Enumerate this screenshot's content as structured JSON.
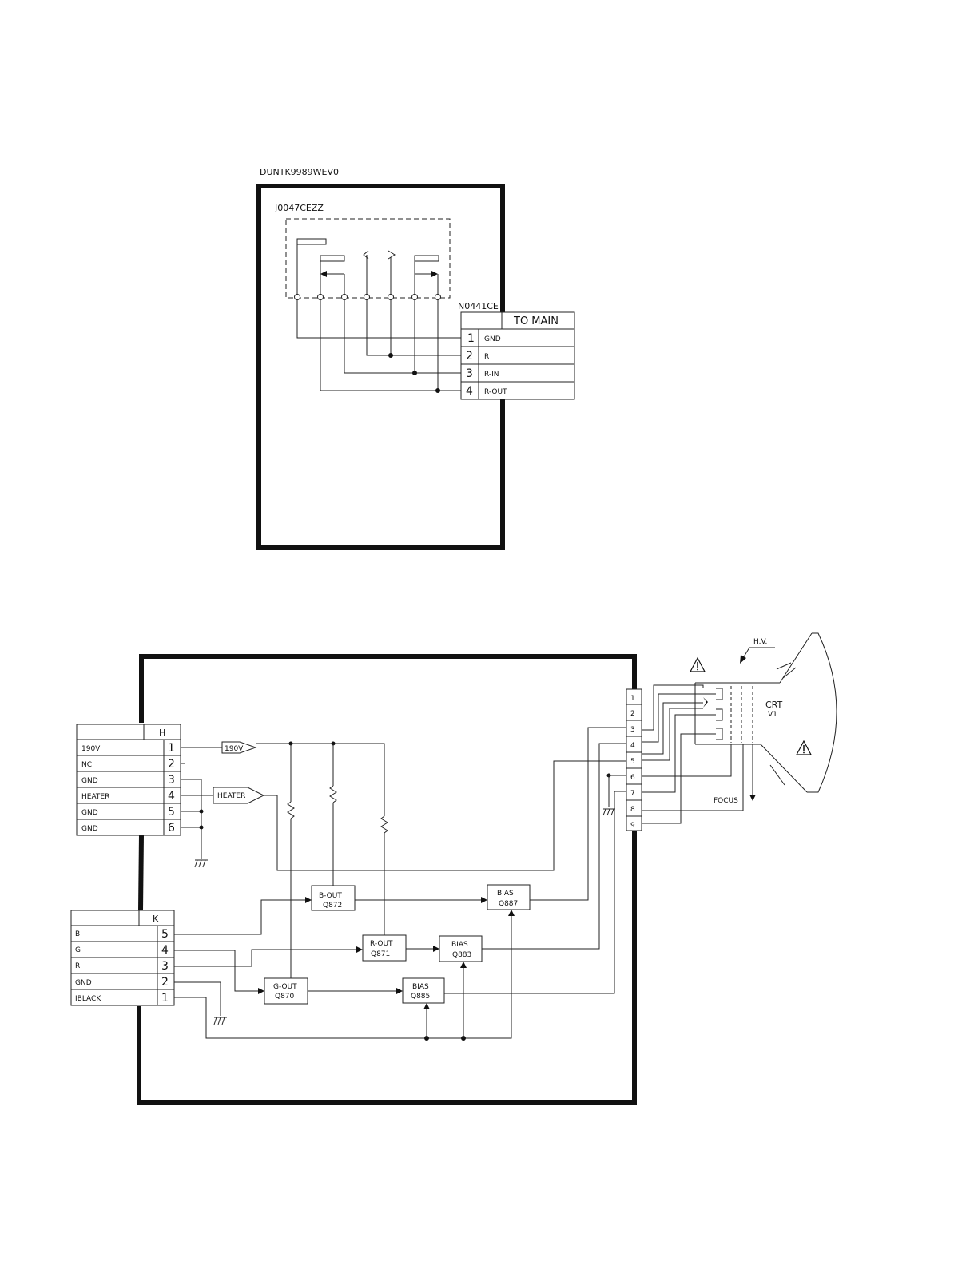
{
  "top_board": {
    "part_number": "DUNTK9989WEV0",
    "jack_part": "J0047CEZZ",
    "connector_ref": "N0441CE",
    "connector_title": "TO MAIN",
    "pins": [
      {
        "num": "1",
        "label": "GND"
      },
      {
        "num": "2",
        "label": "R"
      },
      {
        "num": "3",
        "label": "R-IN"
      },
      {
        "num": "4",
        "label": "R-OUT"
      }
    ]
  },
  "bottom_board": {
    "connector_h": {
      "title": "H",
      "pins": [
        {
          "label": "190V",
          "num": "1"
        },
        {
          "label": "NC",
          "num": "2"
        },
        {
          "label": "GND",
          "num": "3"
        },
        {
          "label": "HEATER",
          "num": "4"
        },
        {
          "label": "GND",
          "num": "5"
        },
        {
          "label": "GND",
          "num": "6"
        }
      ]
    },
    "connector_k": {
      "title": "K",
      "pins": [
        {
          "label": "B",
          "num": "5"
        },
        {
          "label": "G",
          "num": "4"
        },
        {
          "label": "R",
          "num": "3"
        },
        {
          "label": "GND",
          "num": "2"
        },
        {
          "label": "IBLACK",
          "num": "1"
        }
      ]
    },
    "tags": {
      "v190": "190V",
      "heater": "HEATER"
    },
    "blocks": [
      {
        "name": "B-OUT",
        "ref": "Q872"
      },
      {
        "name": "R-OUT",
        "ref": "Q871"
      },
      {
        "name": "G-OUT",
        "ref": "Q870"
      },
      {
        "name": "BIAS",
        "ref": "Q887"
      },
      {
        "name": "BIAS",
        "ref": "Q883"
      },
      {
        "name": "BIAS",
        "ref": "Q885"
      }
    ],
    "crt_socket_pins": [
      "1",
      "2",
      "3",
      "4",
      "5",
      "6",
      "7",
      "8",
      "9"
    ]
  },
  "crt": {
    "label_line1": "CRT",
    "label_line2": "V1",
    "hv_label": "H.V.",
    "focus_label": "FOCUS",
    "warning_icon": "warning-triangle-icon"
  }
}
